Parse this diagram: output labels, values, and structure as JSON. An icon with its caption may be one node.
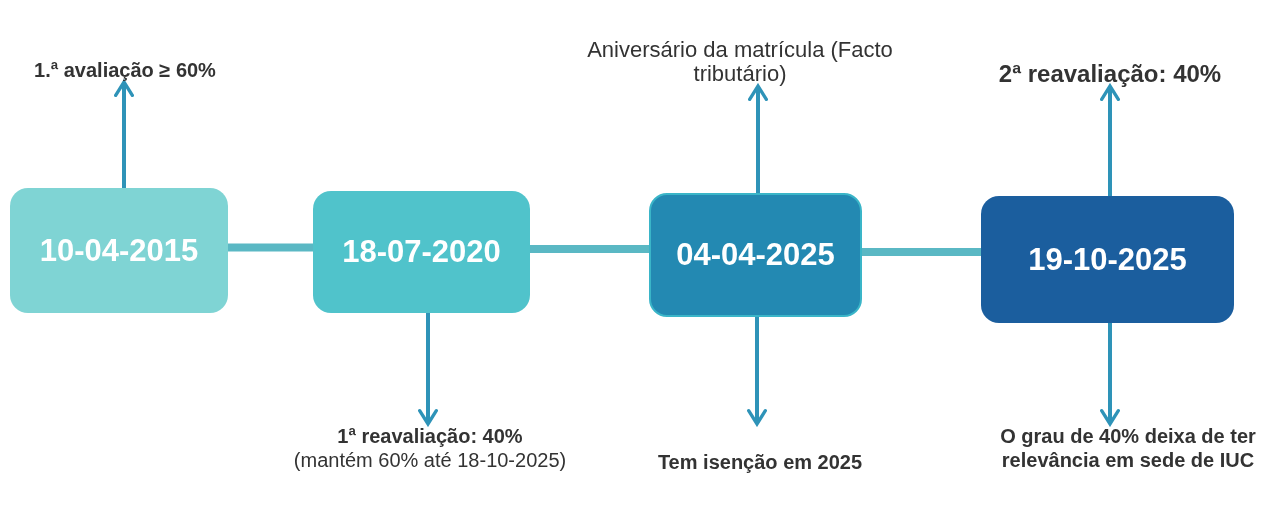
{
  "diagram": {
    "nodes": [
      {
        "text": [
          "10-04-2015"
        ]
      },
      {
        "text": [
          "18-07-2020"
        ]
      },
      {
        "text": [
          "04-04-2025"
        ]
      },
      {
        "text": [
          "19-10-2025"
        ]
      },
      {
        "text": [
          "1.ª avaliação ≥ 60%"
        ]
      },
      {
        "text": [
          "1ª reavaliação: 40%",
          "(mantém 60% até 18-10-2025)"
        ]
      },
      {
        "text": [
          "Aniversário da matrícula (Facto tributário)"
        ]
      },
      {
        "text": [
          "Tem isenção em 2025"
        ]
      },
      {
        "text": [
          "2ª reavaliação: 40%"
        ]
      },
      {
        "text": [
          "O grau de 40% deixa de ter relevância em sede de IUC"
        ]
      }
    ],
    "edges": [
      {
        "from": 0,
        "to": 1,
        "arrow": "none",
        "style": "thick",
        "color": "#5ab8c4"
      },
      {
        "from": 1,
        "to": 2,
        "arrow": "none",
        "style": "thick",
        "color": "#5ab8c4"
      },
      {
        "from": 2,
        "to": 3,
        "arrow": "none",
        "style": "thick",
        "color": "#5ab8c4"
      },
      {
        "from": 0,
        "to": 4,
        "arrow": "to"
      },
      {
        "from": 1,
        "to": 5,
        "arrow": "to"
      },
      {
        "from": 2,
        "to": 6,
        "arrow": "to"
      },
      {
        "from": 2,
        "to": 7,
        "arrow": "to"
      },
      {
        "from": 3,
        "to": 8,
        "arrow": "to"
      },
      {
        "from": 3,
        "to": 9,
        "arrow": "to"
      }
    ]
  }
}
